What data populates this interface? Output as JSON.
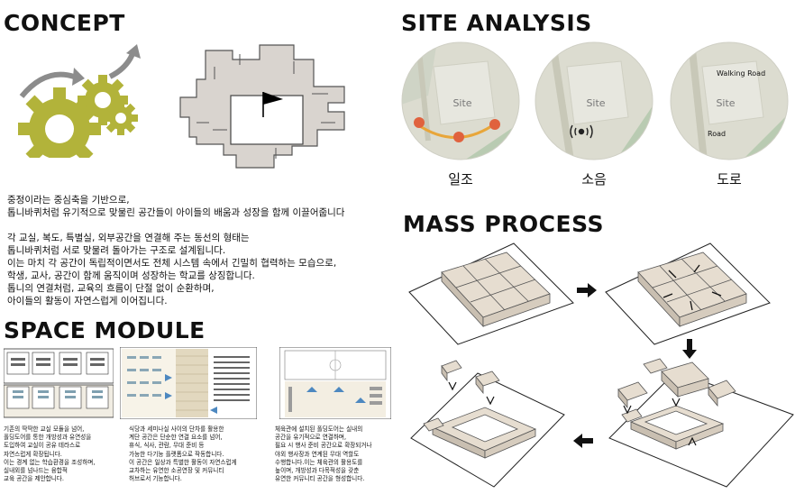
{
  "concept": {
    "title": "CONCEPT",
    "paragraph1": [
      "중정이라는 중심축을 기반으로,",
      "톱니바퀴처럼 유기적으로 맞물린 공간들이 아이들의 배움과 성장을 함께 이끌어줍니다"
    ],
    "paragraph2": [
      "각 교실, 복도, 특별실, 외부공간을 연결해 주는 동선의 형태는",
      "톱니바퀴처럼 서로 맞물려 돌아가는 구조로 설계됩니다.",
      "이는 마치 각 공간이 독립적이면서도 전체 시스템 속에서 긴밀히 협력하는 모습으로,",
      "학생, 교사, 공간이 함께 움직이며 성장하는 학교를 상징합니다.",
      "톱니의 연결처럼, 교육의 흐름이 단절 없이 순환하며,",
      "아이들의 활동이 자연스럽게 이어집니다."
    ]
  },
  "site_analysis": {
    "title": "SITE ANALYSIS",
    "maps": [
      {
        "caption": "일조",
        "site_label": "Site"
      },
      {
        "caption": "소음",
        "site_label": "Site"
      },
      {
        "caption": "도로",
        "site_label": "Site",
        "road_label_top": "Walking Road",
        "road_label_left": "Road"
      }
    ],
    "colors": {
      "sun_path": "#e8a63a",
      "sun_dot": "#e0623e",
      "map_bg": "#dcdcd0",
      "map_green": "#b9cbb2"
    }
  },
  "mass_process": {
    "title": "MASS PROCESS"
  },
  "space_module": {
    "title": "SPACE MODULE",
    "texts": [
      [
        "기존의 딱딱한 교실 모듈을 넘어,",
        "폴딩도어를 통한 개방성과 유연성을",
        "도입하여 교실이 공유 테라스로",
        "자연스럽게 확장됩니다.",
        "이는 경계 없는 학습환경을 조성하며,",
        "실내외를 넘나드는 융합적",
        "교육 공간을 제안합니다."
      ],
      [
        "식당과 세미나실 사이의 단차를 활용한",
        "계단 공간은 단순한 연결 요소를 넘어,",
        "휴식, 식사, 관람, 무대 준비 등",
        "가능한 다기능 플랫폼으로 작동합니다.",
        "이 공간은 일상과 특별한 활동이 자연스럽게",
        "교차하는 유연한 소공연장 및 커뮤니티",
        "허브로서 기능합니다."
      ],
      [
        "체육관에 설치된 폴딩도어는 실내의",
        "공간을 유기적으로 연결하며,",
        "필요 시 행사 준비 공간으로 확장되거나",
        "야외 행사장과 연계된 무대 역할도",
        "수행합니다.이는 체육관의 활용도를",
        "높이며, 개방성과 다목적성을 갖춘",
        "유연한 커뮤니티 공간을 형성합니다."
      ]
    ]
  }
}
